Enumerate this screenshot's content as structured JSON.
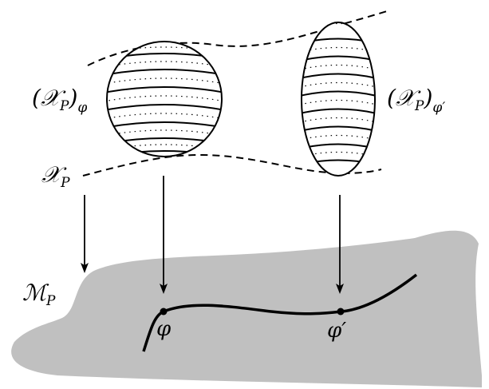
{
  "labels": {
    "fiber_left": {
      "open": "(",
      "sym": "𝒳",
      "sub": "P",
      "close": ")",
      "outer_sub": "φ"
    },
    "fiber_right": {
      "open": "(",
      "sym": "𝒳",
      "sub": "P",
      "close": ")",
      "outer_sub": "φ′"
    },
    "total_space": {
      "sym": "𝒳",
      "sub": "P"
    },
    "base_space": {
      "sym": "ℳ",
      "sub": "P"
    },
    "point_phi": "φ",
    "point_phi_prime": "φ′"
  },
  "colors": {
    "ink": "#000000",
    "base_fill": "#c0c0c0",
    "background": "#ffffff"
  }
}
